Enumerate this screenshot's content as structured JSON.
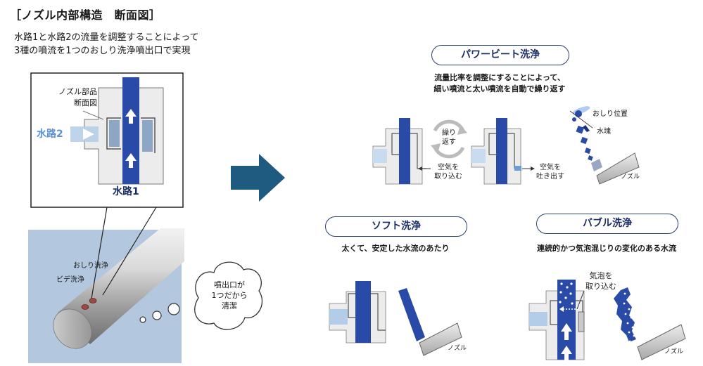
{
  "title": "［ノズル内部構造　断面図］",
  "intro": [
    "水路1と水路2の流量を調整することによって",
    "3種の噴流を1つのおしり洗浄噴出口で実現"
  ],
  "left_panel": {
    "nozzle_parts_label": [
      "ノズル部品",
      "断面図"
    ],
    "water_path_2": "水路2",
    "water_path_1": "水路1",
    "oshiri_label": "おしり洗浄",
    "bidet_label": "ビデ洗浄",
    "thought_bubble": [
      "噴出口が",
      "1つだから",
      "清潔"
    ]
  },
  "power_beat": {
    "title": "パワービート洗浄",
    "description": [
      "流量比率を調整にすることによって、",
      "細い噴流と太い噴流を自動で繰り返す"
    ],
    "repeat_label": [
      "繰り",
      "返す"
    ],
    "air_in": [
      "空気を",
      "取り込む"
    ],
    "air_out": [
      "空気を",
      "吐き出す"
    ],
    "position_label": "おしり位置",
    "water_mass_label": "水塊",
    "nozzle_label": "ノズル"
  },
  "soft": {
    "title": "ソフト洗浄",
    "description": "太くて、安定した水流のあたり",
    "nozzle_label": "ノズル"
  },
  "bubble": {
    "title": "バブル洗浄",
    "description": "連続的かつ気泡混じりの変化のある水流",
    "bubble_in": [
      "気泡を",
      "取り込む"
    ],
    "nozzle_label": "ノズル"
  },
  "colors": {
    "water_blue": "#2a4aa8",
    "light_water": "#a9c6e6",
    "navy_text": "#1b2d63",
    "arrow_teal": "#1f5a80",
    "photo_bg": "#b3c7de",
    "metal_gray": "#c9c9c9"
  }
}
